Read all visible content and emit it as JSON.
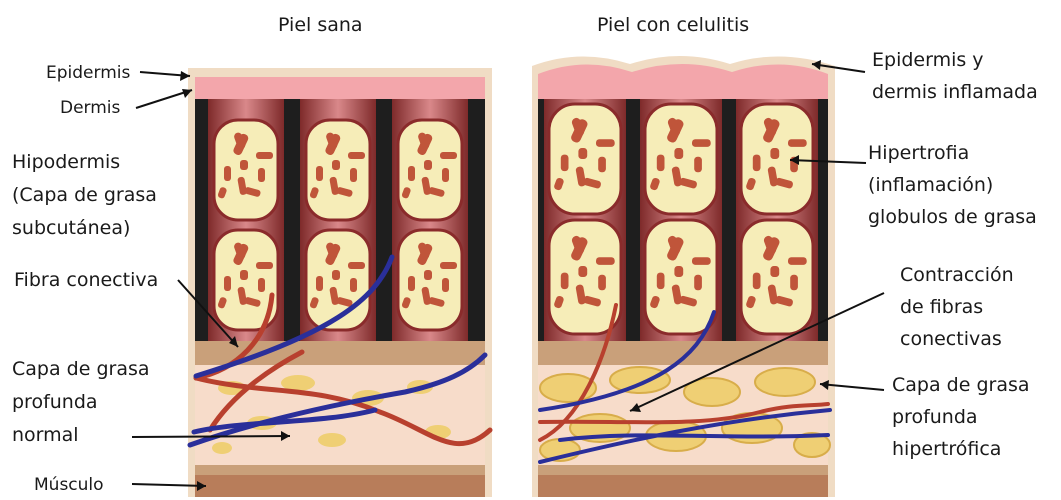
{
  "titles": {
    "healthy": "Piel sana",
    "cellulite": "Piel con celulitis"
  },
  "left_labels": {
    "epidermis": "Epidermis",
    "dermis": "Dermis",
    "hypodermis": [
      "Hipodermis",
      "(Capa de grasa",
      "subcutánea)"
    ],
    "connective_fiber": "Fibra conectiva",
    "deep_fat": [
      "Capa de grasa",
      "profunda",
      "normal"
    ],
    "muscle": "Músculo"
  },
  "right_labels": {
    "inflamed": [
      "Epidermis y",
      "dermis inflamada"
    ],
    "hypertrophy": [
      "Hipertrofia",
      "(inflamación)",
      "globulos de grasa"
    ],
    "contraction": [
      "Contracción",
      "de fibras",
      "conectivas"
    ],
    "deep_fat_hyper": [
      "Capa de grasa",
      "profunda",
      "hipertrófica"
    ]
  },
  "colors": {
    "epidermis": "#f3a6ab",
    "dermis_border": "#f0dcc4",
    "column": "#b94f4f",
    "septum": "#1e1e1e",
    "fat_cell": "#f6edb8",
    "fat_outline": "#8a2b2b",
    "lipid": "#c0553a",
    "band": "#c9a07a",
    "deep_fat_bg": "#f7dcca",
    "fat_clump": "#efcf74",
    "muscle": "#b87d5a",
    "fiber_red": "#b8402e",
    "fiber_blue": "#2a2f9a",
    "text": "#1a1a1a"
  }
}
